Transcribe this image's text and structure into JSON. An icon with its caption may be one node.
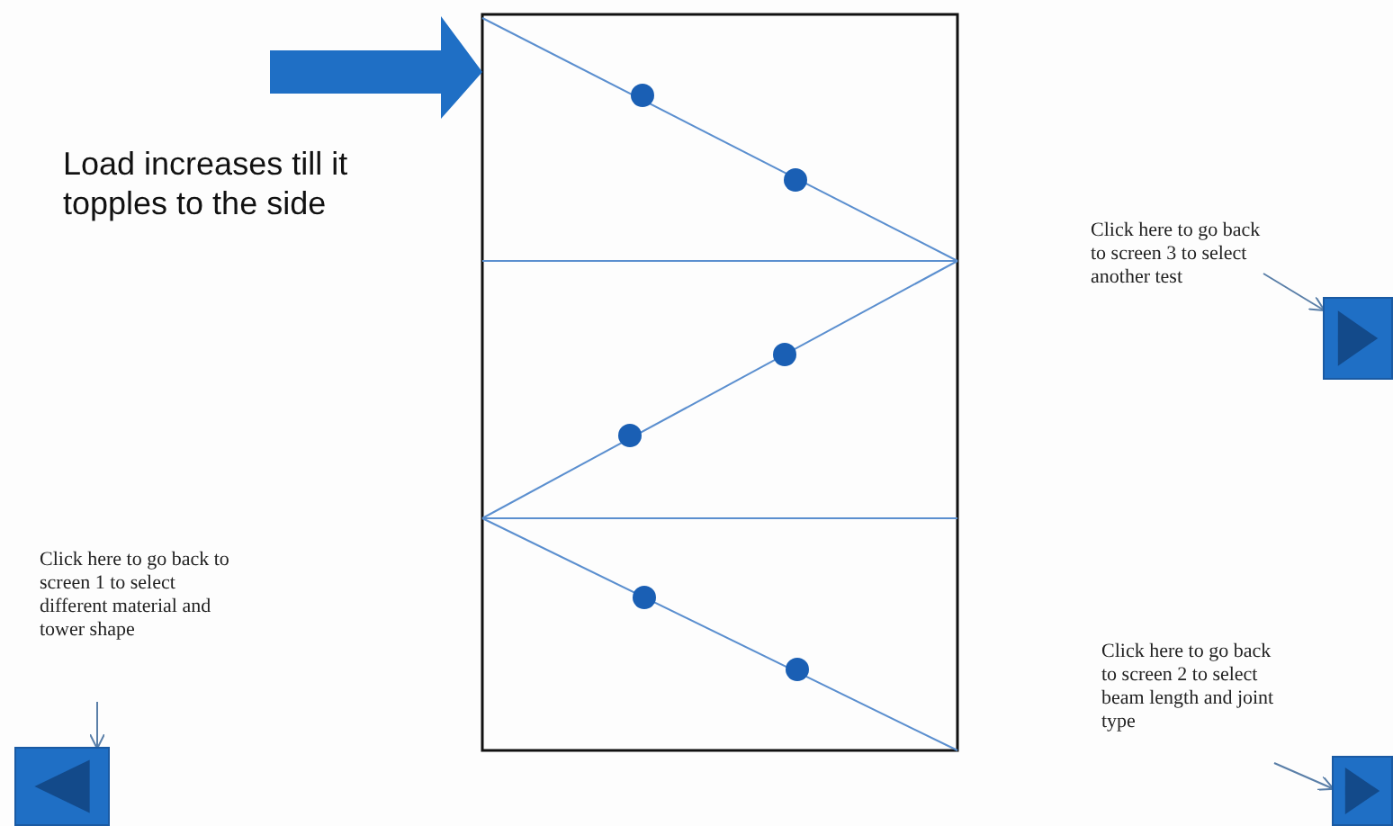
{
  "diagram": {
    "nodes": [
      {
        "text": [
          "Click here to go back to screen 3 to select another test"
        ]
      },
      {
        "text": [],
        "shape": "box"
      },
      {
        "text": [
          "Click here to go back to screen 1 to select different material and tower shape"
        ]
      },
      {
        "text": [],
        "shape": "box"
      },
      {
        "text": [
          "Click here to go back to screen 2 to select beam length and joint type"
        ]
      },
      {
        "text": [],
        "shape": "box"
      }
    ],
    "edges": [
      {
        "from": 0,
        "to": 1,
        "arrow": "to"
      },
      {
        "from": 2,
        "to": 3,
        "arrow": "to"
      },
      {
        "from": 4,
        "to": 5,
        "arrow": "to"
      }
    ],
    "labels": [
      "Load increases till it topples to the side"
    ]
  }
}
